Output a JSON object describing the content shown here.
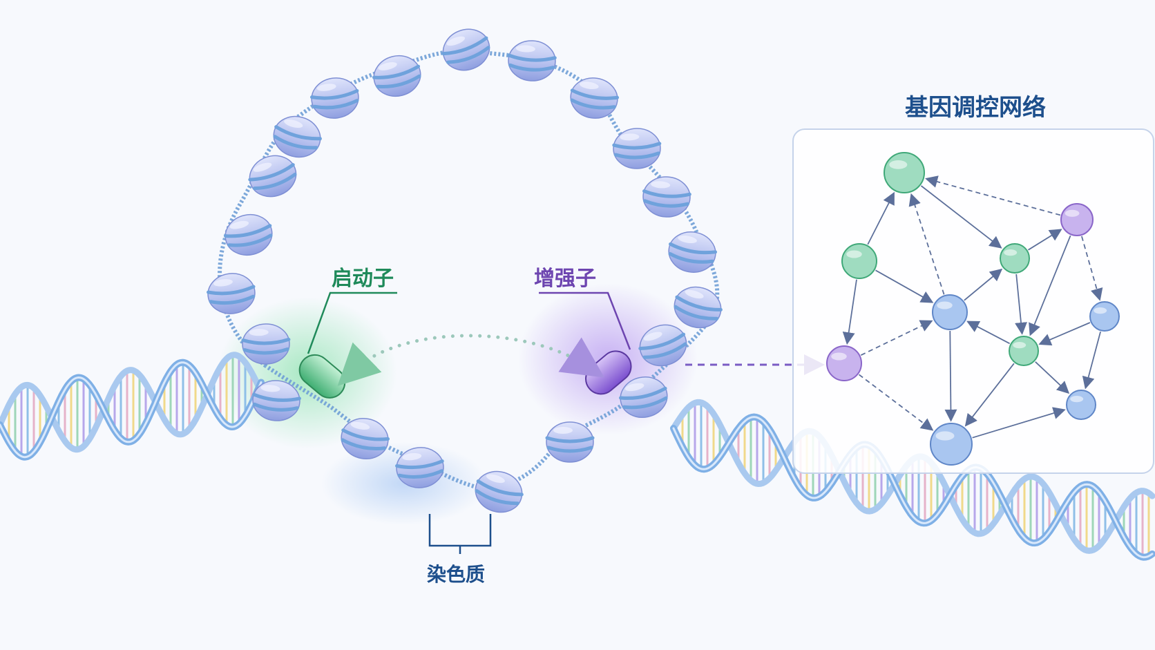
{
  "labels": {
    "promoter": "启动子",
    "enhancer": "增强子",
    "chromatin": "染色质",
    "network_title": "基因调控网络"
  },
  "colors": {
    "promoter": "#1f8a5a",
    "enhancer": "#6d45b0",
    "chromatin": "#1d4f8c",
    "title": "#1d4f8c",
    "nucleosome": "#b9c4ef",
    "nucleosome_band": "#6fa2dc",
    "dna_strand": "#7fb0e6",
    "node_green": "#9fdcc0",
    "node_purple": "#c8b3ee",
    "node_blue": "#a9c6f0",
    "arrow": "#5c6f9a"
  },
  "network": {
    "nodes": [
      {
        "id": "A",
        "color": "green"
      },
      {
        "id": "B",
        "color": "green"
      },
      {
        "id": "C",
        "color": "green"
      },
      {
        "id": "D",
        "color": "purple"
      },
      {
        "id": "E",
        "color": "blue"
      },
      {
        "id": "F",
        "color": "blue"
      },
      {
        "id": "G",
        "color": "purple"
      },
      {
        "id": "H",
        "color": "green"
      },
      {
        "id": "I",
        "color": "blue"
      },
      {
        "id": "J",
        "color": "blue"
      }
    ],
    "edges": [
      {
        "from": "B",
        "to": "A",
        "style": "solid"
      },
      {
        "from": "B",
        "to": "G",
        "style": "solid"
      },
      {
        "from": "B",
        "to": "E",
        "style": "solid"
      },
      {
        "from": "E",
        "to": "A",
        "style": "dashed"
      },
      {
        "from": "A",
        "to": "C",
        "style": "solid"
      },
      {
        "from": "D",
        "to": "A",
        "style": "dashed"
      },
      {
        "from": "C",
        "to": "D",
        "style": "solid"
      },
      {
        "from": "E",
        "to": "C",
        "style": "solid"
      },
      {
        "from": "C",
        "to": "H",
        "style": "solid"
      },
      {
        "from": "D",
        "to": "H",
        "style": "solid"
      },
      {
        "from": "D",
        "to": "F",
        "style": "dashed"
      },
      {
        "from": "F",
        "to": "H",
        "style": "solid"
      },
      {
        "from": "H",
        "to": "E",
        "style": "solid"
      },
      {
        "from": "G",
        "to": "E",
        "style": "dashed"
      },
      {
        "from": "E",
        "to": "J",
        "style": "solid"
      },
      {
        "from": "H",
        "to": "J",
        "style": "solid"
      },
      {
        "from": "H",
        "to": "I",
        "style": "solid"
      },
      {
        "from": "F",
        "to": "I",
        "style": "solid"
      },
      {
        "from": "G",
        "to": "J",
        "style": "dashed"
      },
      {
        "from": "J",
        "to": "I",
        "style": "solid"
      }
    ]
  }
}
